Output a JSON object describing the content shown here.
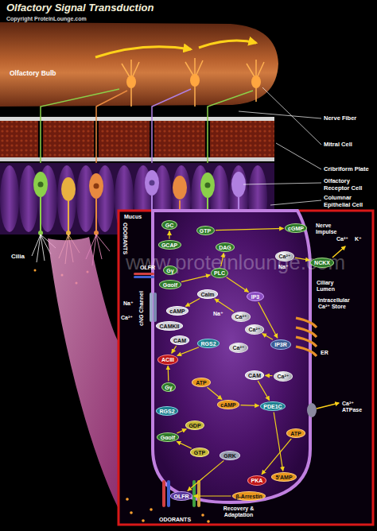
{
  "diagram": {
    "title": "Olfactory Signal Transduction",
    "nodes": [
      {
        "text": [
          "GC"
        ]
      },
      {
        "text": [
          "GTP"
        ]
      },
      {
        "text": [
          "cGMP"
        ]
      },
      {
        "text": [
          "GCAP"
        ]
      },
      {
        "text": [
          "DAG"
        ]
      },
      {
        "text": [
          "NCKX"
        ]
      },
      {
        "text": [
          "Ca²⁺"
        ]
      },
      {
        "text": [
          "Gγ"
        ]
      },
      {
        "text": [
          "PLC"
        ]
      },
      {
        "text": [
          "Gαolf"
        ]
      },
      {
        "text": [
          "Calm"
        ]
      },
      {
        "text": [
          "IP3"
        ]
      },
      {
        "text": [
          "cAMP"
        ]
      },
      {
        "text": [
          "Ca²⁺"
        ]
      },
      {
        "text": [
          "Ca²⁺"
        ]
      },
      {
        "text": [
          "CAMKII"
        ]
      },
      {
        "text": [
          "RGS2"
        ]
      },
      {
        "text": [
          "CAM"
        ]
      },
      {
        "text": [
          "Ca²⁺"
        ]
      },
      {
        "text": [
          "IP3R"
        ]
      },
      {
        "text": [
          "ACIII"
        ]
      },
      {
        "text": [
          "Gγ"
        ]
      },
      {
        "text": [
          "ATP"
        ]
      },
      {
        "text": [
          "CAM"
        ]
      },
      {
        "text": [
          "Ca²⁺"
        ]
      },
      {
        "text": [
          "cAMP"
        ]
      },
      {
        "text": [
          "PDE1C"
        ]
      },
      {
        "text": [
          "RGS2"
        ]
      },
      {
        "text": [
          "GDP"
        ]
      },
      {
        "text": [
          "ATP"
        ]
      },
      {
        "text": [
          "Gαolf"
        ]
      },
      {
        "text": [
          "GTP"
        ]
      },
      {
        "text": [
          "GRK"
        ]
      },
      {
        "text": [
          "PKA"
        ]
      },
      {
        "text": [
          "5'AMP"
        ]
      },
      {
        "text": [
          "β-Arrestin"
        ]
      },
      {
        "text": [
          "OLFR"
        ]
      }
    ],
    "edges": [
      {
        "from": 3,
        "to": 0,
        "arrow": "to"
      },
      {
        "from": 1,
        "to": 2,
        "arrow": "to"
      },
      {
        "from": 9,
        "to": 8,
        "arrow": "to"
      },
      {
        "from": 8,
        "to": 4,
        "arrow": "to"
      },
      {
        "from": 8,
        "to": 11,
        "arrow": "to"
      },
      {
        "from": 11,
        "to": 19,
        "arrow": "to"
      },
      {
        "from": 19,
        "to": 14,
        "arrow": "to"
      },
      {
        "from": 13,
        "to": 10,
        "arrow": "to"
      },
      {
        "from": 10,
        "to": 12,
        "arrow": "to"
      },
      {
        "from": 17,
        "to": 20,
        "arrow": "to"
      },
      {
        "from": 16,
        "to": 20,
        "arrow": "to"
      },
      {
        "from": 21,
        "to": 20,
        "arrow": "to"
      },
      {
        "from": 22,
        "to": 25,
        "arrow": "to"
      },
      {
        "from": 25,
        "to": 26,
        "arrow": "to"
      },
      {
        "from": 26,
        "to": 34,
        "arrow": "to"
      },
      {
        "from": 23,
        "to": 26,
        "arrow": "to"
      },
      {
        "from": 24,
        "to": 23,
        "arrow": "to"
      },
      {
        "from": 29,
        "to": 33,
        "arrow": "to"
      },
      {
        "from": 32,
        "to": 36,
        "arrow": "to"
      },
      {
        "from": 35,
        "to": 36,
        "arrow": "to"
      },
      {
        "from": 31,
        "to": 30,
        "arrow": "to"
      },
      {
        "from": 30,
        "to": 28,
        "arrow": "to"
      },
      {
        "from": 6,
        "to": 5,
        "arrow": "to"
      }
    ],
    "labels": [
      "Copyright ProteinLounge.com",
      "Olfactory Bulb",
      "Nerve Fiber",
      "Mitral Cell",
      "Cribriform Plate",
      "Olfactory Receptor Cell",
      "Columnar Epithelial Cell",
      "Cilia",
      "ODORANTS",
      "www.proteinlounge.com",
      "Mucus",
      "Nerve Impulse",
      "Ca²⁺",
      "K⁺",
      "Na⁺",
      "OLFR",
      "cNG Channel",
      "Na⁺",
      "Ca²⁺",
      "Na⁺",
      "Ciliary Lumen",
      "Intracellular Ca²⁺ Store",
      "ER",
      "Ca²⁺ ATPase",
      "Recovery & Adaptation",
      "ODORANTS"
    ]
  }
}
